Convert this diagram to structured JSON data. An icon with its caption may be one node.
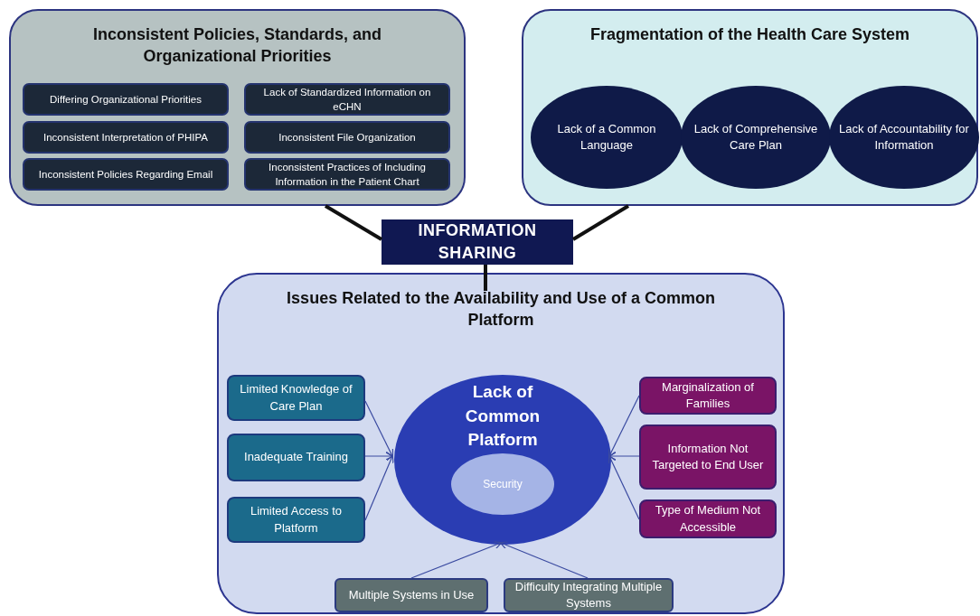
{
  "diagram": {
    "nodes": [
      {
        "text": [
          "Inconsistent Policies, Standards, and Organizational Priorities"
        ]
      },
      {
        "text": [
          "Differing Organizational Priorities"
        ],
        "in": 0
      },
      {
        "text": [
          "Lack of Standardized Information on eCHN"
        ],
        "in": 0
      },
      {
        "text": [
          "Inconsistent Interpretation of PHIPA"
        ],
        "in": 0
      },
      {
        "text": [
          "Inconsistent File Organization"
        ],
        "in": 0
      },
      {
        "text": [
          "Inconsistent Policies Regarding Email"
        ],
        "in": 0
      },
      {
        "text": [
          "Inconsistent Practices of Including Information in the Patient Chart"
        ],
        "in": 0
      },
      {
        "text": [
          "Fragmentation of the Health Care System"
        ]
      },
      {
        "text": [
          "Lack of a Common Language"
        ],
        "in": 7
      },
      {
        "text": [
          "Lack of Comprehensive Care Plan"
        ],
        "in": 7
      },
      {
        "text": [
          "Lack of Accountability for Information"
        ],
        "in": 7
      },
      {
        "text": [
          "INFORMATION SHARING"
        ]
      },
      {
        "text": [
          "Issues Related to the Availability and Use of a Common Platform"
        ]
      },
      {
        "text": [
          "Lack of Common Platform"
        ],
        "in": 12
      },
      {
        "text": [
          "Security"
        ],
        "in": 13
      },
      {
        "text": [
          "Limited Knowledge of Care Plan"
        ],
        "in": 12
      },
      {
        "text": [
          "Inadequate Training"
        ],
        "in": 12
      },
      {
        "text": [
          "Limited Access to Platform"
        ],
        "in": 12
      },
      {
        "text": [
          "Marginalization of Families"
        ],
        "in": 12
      },
      {
        "text": [
          "Information Not Targeted to End User"
        ],
        "in": 12
      },
      {
        "text": [
          "Type of Medium Not Accessible"
        ],
        "in": 12
      },
      {
        "text": [
          "Multiple Systems in Use"
        ],
        "in": 12
      },
      {
        "text": [
          "Difficulty Integrating Multiple Systems"
        ],
        "in": 12
      }
    ],
    "edges": [
      {
        "from": 11,
        "to": 0,
        "arrow": "none",
        "style": "thick",
        "color": "#111111"
      },
      {
        "from": 11,
        "to": 7,
        "arrow": "none",
        "style": "thick",
        "color": "#111111"
      },
      {
        "from": 11,
        "to": 12,
        "arrow": "none",
        "style": "thick",
        "color": "#111111"
      },
      {
        "from": 15,
        "to": 13,
        "arrow": "to"
      },
      {
        "from": 16,
        "to": 13,
        "arrow": "to"
      },
      {
        "from": 17,
        "to": 13,
        "arrow": "to"
      },
      {
        "from": 18,
        "to": 13,
        "arrow": "to"
      },
      {
        "from": 19,
        "to": 13,
        "arrow": "to"
      },
      {
        "from": 20,
        "to": 13,
        "arrow": "to"
      },
      {
        "from": 21,
        "to": 13,
        "arrow": "to"
      },
      {
        "from": 22,
        "to": 13,
        "arrow": "to"
      }
    ]
  }
}
